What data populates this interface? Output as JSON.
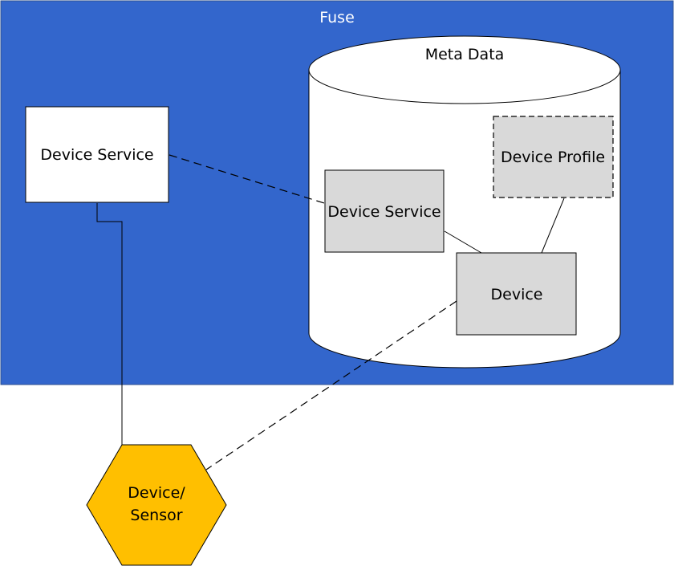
{
  "fuse": {
    "label": "Fuse",
    "fill": "#3366CC"
  },
  "meta_data": {
    "label": "Meta Data"
  },
  "external_device_service": {
    "label": "Device Service"
  },
  "meta_device_service": {
    "label": "Device Service"
  },
  "device_profile": {
    "label": "Device Profile"
  },
  "device": {
    "label": "Device"
  },
  "device_sensor": {
    "line1": "Device/",
    "line2": "Sensor",
    "fill": "#FFBF00"
  },
  "colors": {
    "box_gray": "#D9D9D9",
    "white": "#FFFFFF",
    "stroke": "#000000"
  }
}
